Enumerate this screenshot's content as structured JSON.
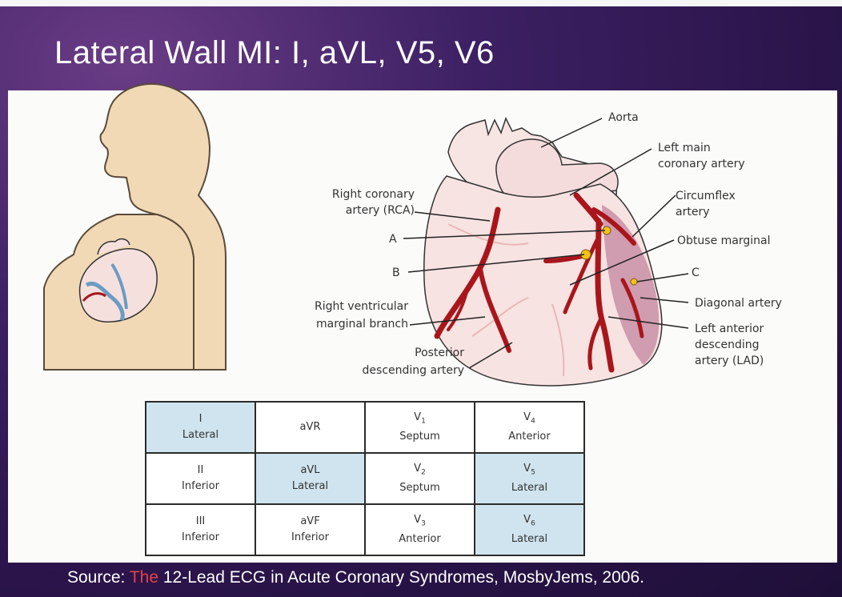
{
  "slide": {
    "title": "Lateral Wall MI: I, aVL, V5, V6",
    "source_prefix": "Source: ",
    "source_highlight": "The",
    "source_rest": " 12-Lead ECG in Acute Coronary Syndromes, MosbyJems, 2006."
  },
  "diagram": {
    "labels": {
      "aorta": "Aorta",
      "left_main_1": "Left main",
      "left_main_2": "coronary artery",
      "circumflex_1": "Circumflex",
      "circumflex_2": "artery",
      "rca_1": "Right coronary",
      "rca_2": "artery (RCA)",
      "a": "A",
      "b": "B",
      "c": "C",
      "obtuse": "Obtuse marginal",
      "diagonal": "Diagonal artery",
      "lad_1": "Left anterior",
      "lad_2": "descending",
      "lad_3": "artery (LAD)",
      "rv_marginal_1": "Right ventricular",
      "rv_marginal_2": "marginal branch",
      "pda_1": "Posterior",
      "pda_2": "descending artery"
    },
    "colors": {
      "artery": "#a8161c",
      "heart": "#f7e3e1",
      "lateral_wall": "#c98fa6",
      "silhouette": "#f1d9b6",
      "occlusion": "#f3c21a"
    }
  },
  "table": {
    "rows": [
      [
        {
          "lead": "I",
          "sub": "",
          "region": "Lateral",
          "highlight": true
        },
        {
          "lead": "aVR",
          "sub": "",
          "region": "",
          "highlight": false
        },
        {
          "lead": "V",
          "sub": "1",
          "region": "Septum",
          "highlight": false
        },
        {
          "lead": "V",
          "sub": "4",
          "region": "Anterior",
          "highlight": false
        }
      ],
      [
        {
          "lead": "II",
          "sub": "",
          "region": "Inferior",
          "highlight": false
        },
        {
          "lead": "aVL",
          "sub": "",
          "region": "Lateral",
          "highlight": true
        },
        {
          "lead": "V",
          "sub": "2",
          "region": "Septum",
          "highlight": false
        },
        {
          "lead": "V",
          "sub": "5",
          "region": "Lateral",
          "highlight": true
        }
      ],
      [
        {
          "lead": "III",
          "sub": "",
          "region": "Inferior",
          "highlight": false
        },
        {
          "lead": "aVF",
          "sub": "",
          "region": "Inferior",
          "highlight": false
        },
        {
          "lead": "V",
          "sub": "3",
          "region": "Anterior",
          "highlight": false
        },
        {
          "lead": "V",
          "sub": "6",
          "region": "Lateral",
          "highlight": true
        }
      ]
    ],
    "highlight_color": "#cfe4ee"
  }
}
